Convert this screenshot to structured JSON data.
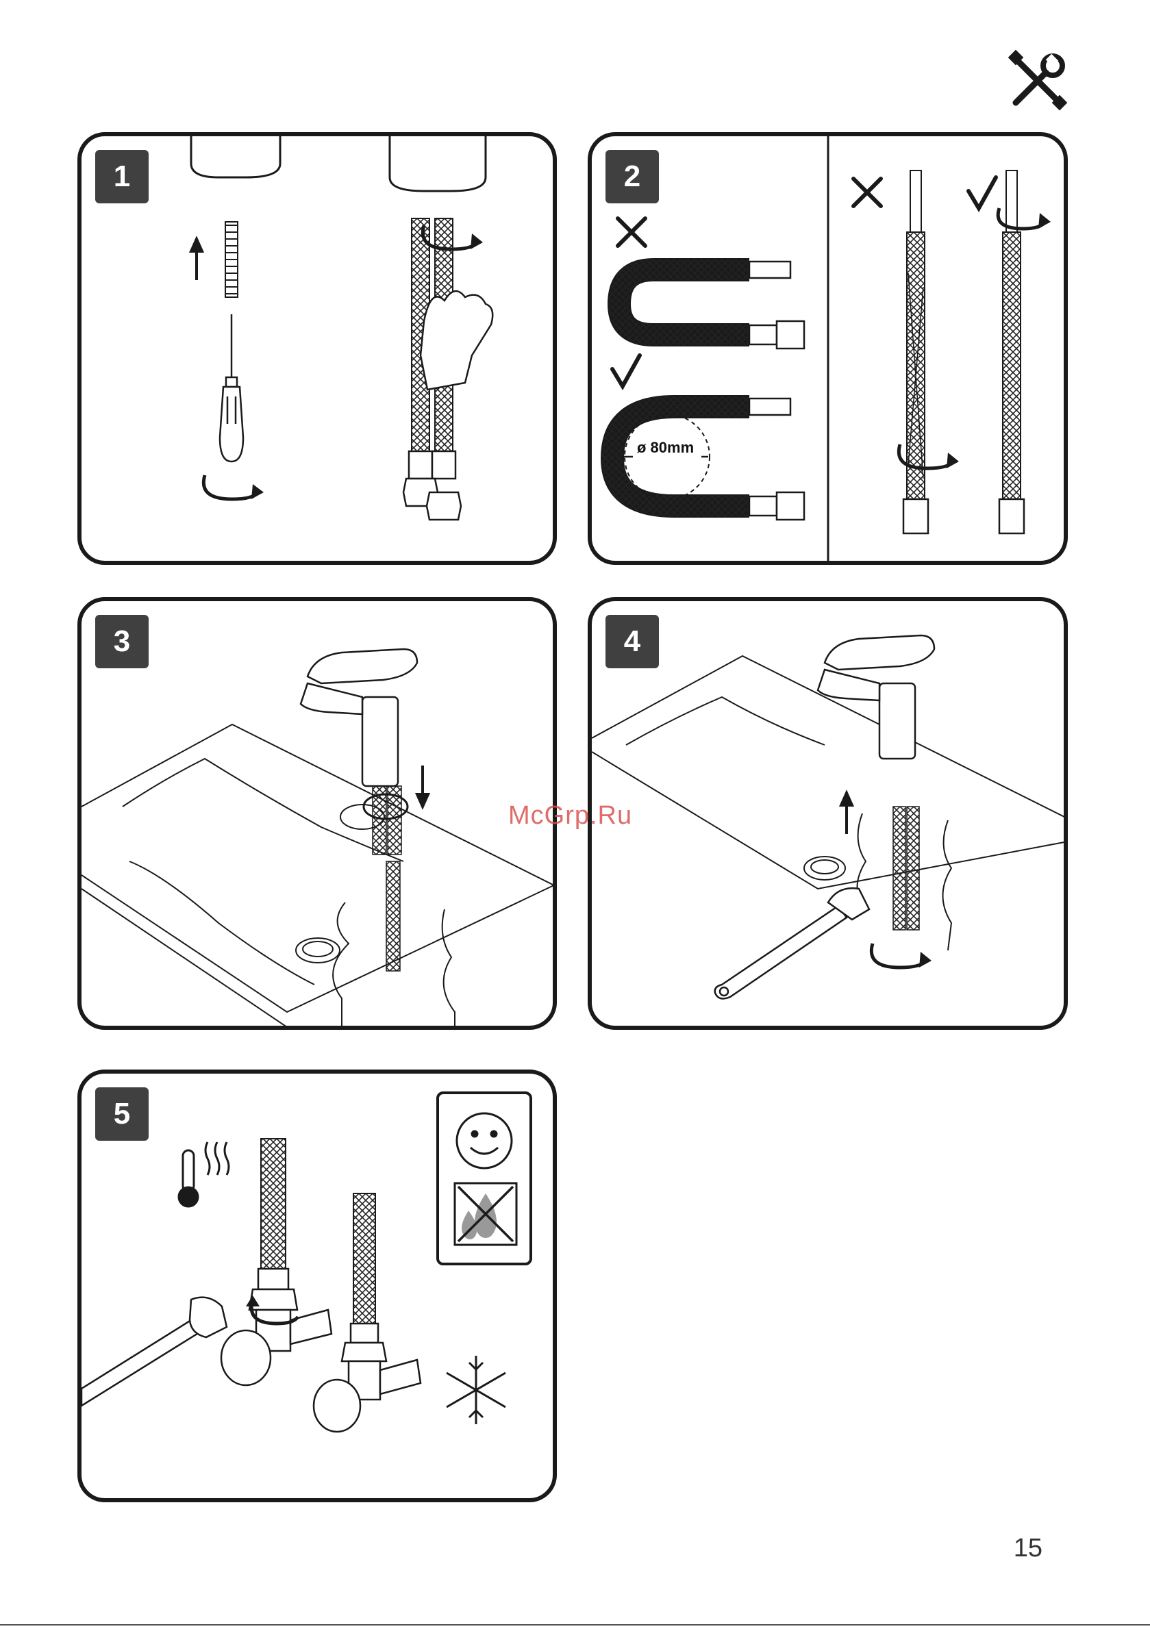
{
  "page": {
    "number": "15",
    "watermark": "McGrp.Ru"
  },
  "icons": {
    "header": "wrench-screwdriver-icon",
    "rotate": "rotate-arrow-icon",
    "up": "arrow-up-icon",
    "down": "arrow-down-icon",
    "wrong": "cross-mark-icon",
    "right": "check-mark-icon",
    "hot": "thermometer-hot-icon",
    "cold": "snowflake-icon",
    "ok": "smiley-face-icon",
    "no_leak": "no-leak-icon"
  },
  "steps": [
    {
      "number": "1"
    },
    {
      "number": "2",
      "bend_label": "ø 80mm"
    },
    {
      "number": "3"
    },
    {
      "number": "4"
    },
    {
      "number": "5"
    }
  ]
}
